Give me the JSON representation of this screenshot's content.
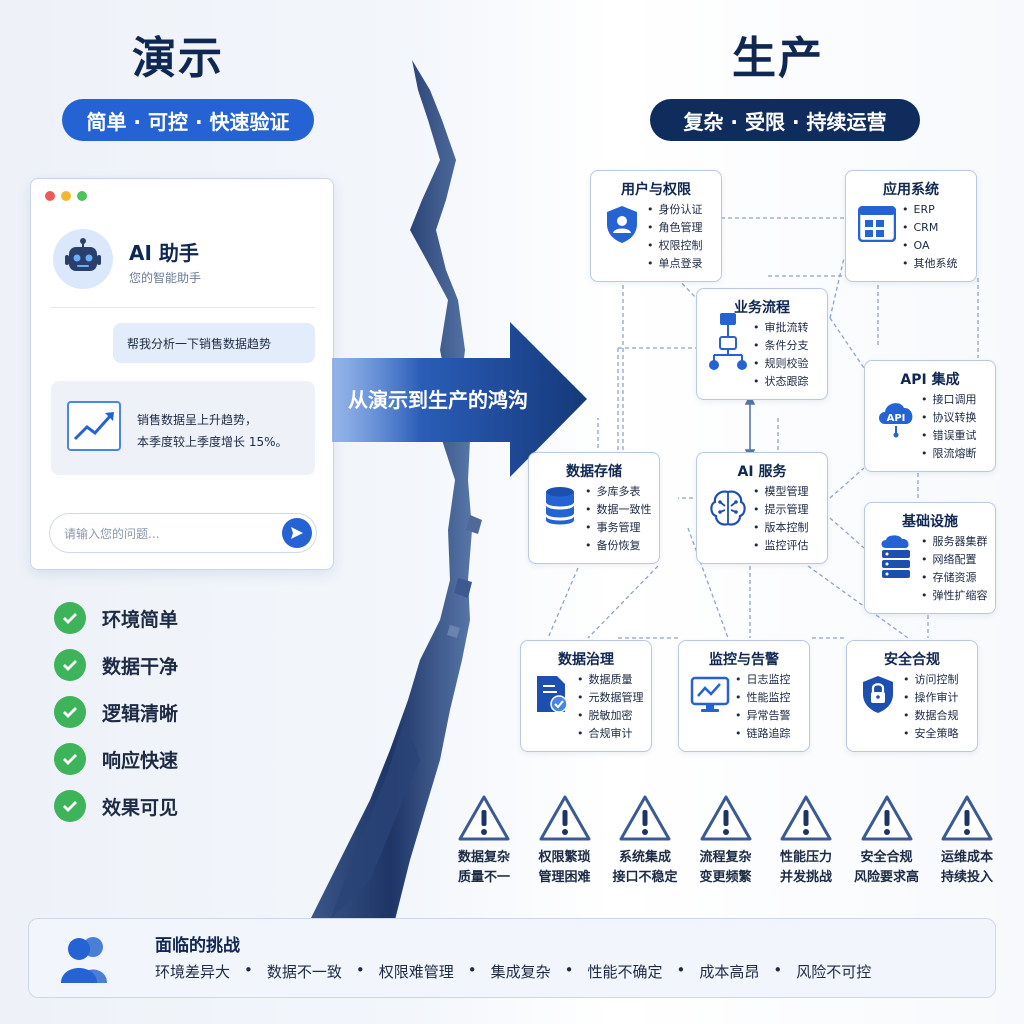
{
  "left": {
    "title": "演示",
    "pill": "简单 · 可控 · 快速验证",
    "chat": {
      "name": "AI 助手",
      "subtitle": "您的智能助手",
      "user_message": "帮我分析一下销售数据趋势",
      "bot_line1": "销售数据呈上升趋势，",
      "bot_line2": "本季度较上季度增长 15%。",
      "input_placeholder": "请输入您的问题..."
    },
    "checklist": [
      "环境简单",
      "数据干净",
      "逻辑清晰",
      "响应快速",
      "效果可见"
    ]
  },
  "arrow_label": "从演示到生产的鸿沟",
  "right": {
    "title": "生产",
    "pill": "复杂 · 受限 · 持续运营",
    "boxes": {
      "user_auth": {
        "title": "用户与权限",
        "items": [
          "身份认证",
          "角色管理",
          "权限控制",
          "单点登录"
        ]
      },
      "app_systems": {
        "title": "应用系统",
        "items": [
          "ERP",
          "CRM",
          "OA",
          "其他系统"
        ]
      },
      "business_flow": {
        "title": "业务流程",
        "items": [
          "审批流转",
          "条件分支",
          "规则校验",
          "状态跟踪"
        ]
      },
      "api": {
        "title": "API 集成",
        "items": [
          "接口调用",
          "协议转换",
          "错误重试",
          "限流熔断"
        ]
      },
      "data_storage": {
        "title": "数据存储",
        "items": [
          "多库多表",
          "数据一致性",
          "事务管理",
          "备份恢复"
        ]
      },
      "ai_service": {
        "title": "AI 服务",
        "items": [
          "模型管理",
          "提示管理",
          "版本控制",
          "监控评估"
        ]
      },
      "infra": {
        "title": "基础设施",
        "items": [
          "服务器集群",
          "网络配置",
          "存储资源",
          "弹性扩缩容"
        ]
      },
      "data_gov": {
        "title": "数据治理",
        "items": [
          "数据质量",
          "元数据管理",
          "脱敏加密",
          "合规审计"
        ]
      },
      "monitor": {
        "title": "监控与告警",
        "items": [
          "日志监控",
          "性能监控",
          "异常告警",
          "链路追踪"
        ]
      },
      "security": {
        "title": "安全合规",
        "items": [
          "访问控制",
          "操作审计",
          "数据合规",
          "安全策略"
        ]
      }
    },
    "api_icon_text": "API",
    "challenges": [
      {
        "line1": "数据复杂",
        "line2": "质量不一"
      },
      {
        "line1": "权限繁琐",
        "line2": "管理困难"
      },
      {
        "line1": "系统集成",
        "line2": "接口不稳定"
      },
      {
        "line1": "流程复杂",
        "line2": "变更频繁"
      },
      {
        "line1": "性能压力",
        "line2": "并发挑战"
      },
      {
        "line1": "安全合规",
        "line2": "风险要求高"
      },
      {
        "line1": "运维成本",
        "line2": "持续投入"
      }
    ]
  },
  "bottom": {
    "title": "面临的挑战",
    "items": [
      "环境差异大",
      "数据不一致",
      "权限难管理",
      "集成复杂",
      "性能不确定",
      "成本高昂",
      "风险不可控"
    ]
  },
  "colors": {
    "primary_blue": "#2563d4",
    "navy": "#0f2c5c",
    "check_green": "#3db35a",
    "dot_red": "#ec5b56",
    "dot_yellow": "#f2b830",
    "dot_green": "#4ec15a"
  }
}
